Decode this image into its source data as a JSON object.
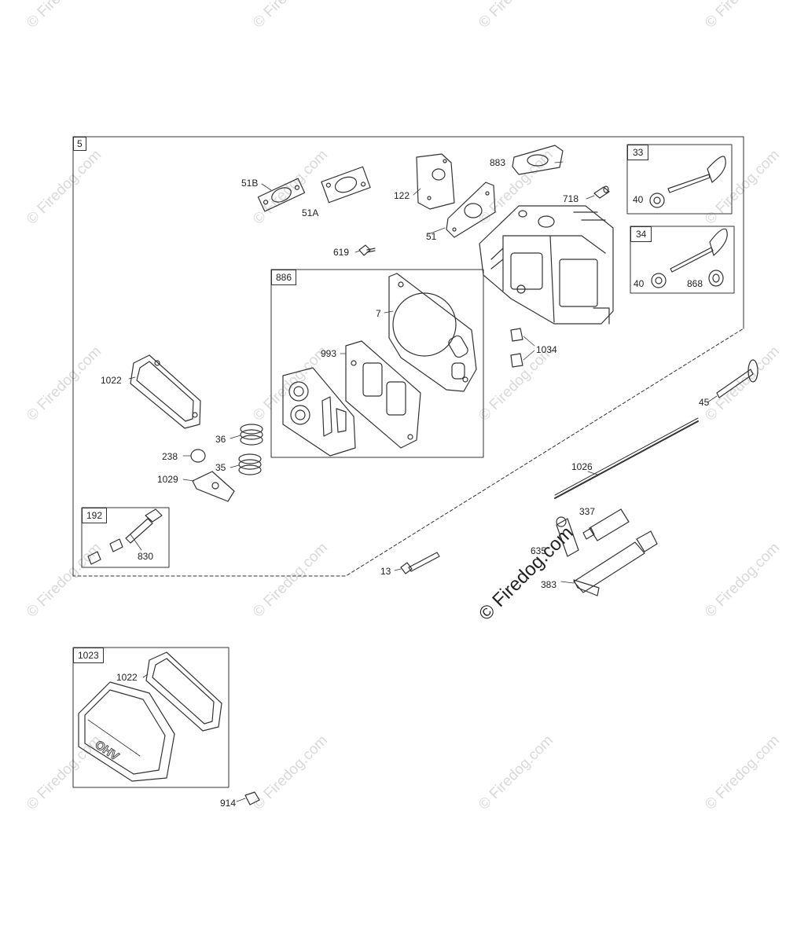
{
  "watermark": {
    "text": "© Firedog.com",
    "prominent_text": "© Firedog.com"
  },
  "groups": {
    "g5": "5",
    "g33": "33",
    "g34": "34",
    "g886": "886",
    "g192": "192",
    "g1023": "1023"
  },
  "parts": {
    "p51B": "51B",
    "p51A": "51A",
    "p122": "122",
    "p51": "51",
    "p883": "883",
    "p718": "718",
    "p619": "619",
    "p40a": "40",
    "p40b": "40",
    "p868": "868",
    "p7": "7",
    "p993": "993",
    "p1034": "1034",
    "p1022a": "1022",
    "p36": "36",
    "p238": "238",
    "p35": "35",
    "p1029": "1029",
    "p830": "830",
    "p45": "45",
    "p1026": "1026",
    "p337": "337",
    "p635": "635",
    "p383": "383",
    "p13": "13",
    "p1022b": "1022",
    "p914": "914"
  },
  "cover_text": "OHV",
  "colors": {
    "line": "#333333",
    "watermark": "#d9d9d9",
    "background": "#ffffff"
  }
}
